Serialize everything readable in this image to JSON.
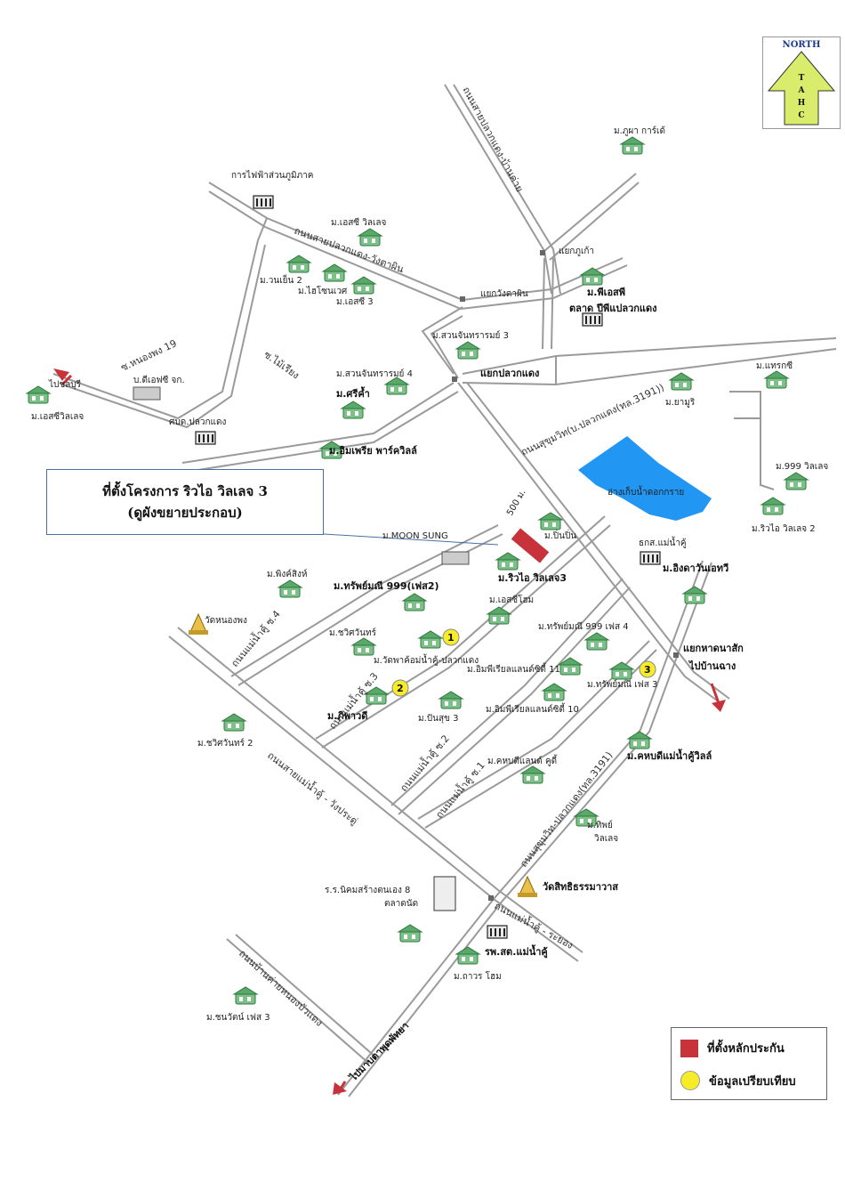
{
  "north": {
    "title": "NORTH",
    "letters": [
      "T",
      "A",
      "H",
      "C"
    ]
  },
  "project_box": {
    "line1": "ที่ตั้งโครงการ ริวไอ วิลเลจ 3",
    "line2": "(ดูผังขยายประกอบ)"
  },
  "legend": {
    "collateral": "ที่ตั้งหลักประกัน",
    "comparison": "ข้อมูลเปรียบเทียบ"
  },
  "distance": "500 ม.",
  "comparables": [
    "1",
    "2",
    "3"
  ],
  "roads": {
    "road_lamlukka": "ถนนสายปลวกแดง-วังตาผิน",
    "road_north": "ถนนสายปลวกแดง-บ้านค่าย",
    "road_sukhumvit": "ถนนสุขุมวิท(บ.ปลวกแดง(ทล.3191))",
    "road_wangboon": "ถนนสายแม่น้ำคู้ - วังประดู่",
    "road_sukhumvit2": "ถนนสุขุมวิท-ปลวกแดง(ทล.3191)",
    "road_mae1": "ถนนแม่น้ำคู้ ซ.1",
    "road_mae2": "ถนนแม่น้ำคู้ ซ.2",
    "road_mae3": "ถนนแม่น้ำคู้ ซ.3",
    "road_mae4": "ถนนแม่น้ำคู้ ซ.4",
    "road_rayong": "ถนนแม่น้ำคู้ - ระยอง",
    "road_bottom": "ถนนบ้านค่ายหนองบัวแดง",
    "soi_19": "ซ.หนองพง 19",
    "soi_ban": "ซ.ไม้เรียง"
  },
  "places": [
    "การไฟฟ้าส่วนภูมิภาค",
    "ม.เอสซี วิลเลจ",
    "ม.วนเย็น 2",
    "ม.ไฮโซนเวศ",
    "ม.เอสซี 3",
    "ม.ภูผา การ์เด้",
    "แยกภูเก้า",
    "แยกวังตาผิน",
    "ม.พีเอสพี",
    "ตลาด ปีพีแปลวกแดง",
    "ม.สวนจันทรารมย์ 3",
    "แยกปลวกแดง",
    "ม.สวนจันทรารมย์ 4",
    "ม.ศรีค้ำ",
    "บ.ดีเอฟซี จก.",
    "ศบด.ปลวกแดง",
    "ม.อิมเพรีย พาร์ควิลล์",
    "ไปชลบุรี",
    "ม.เอสซีวิลเลจ",
    "ม.ยามูริ",
    "ม.แทรกซี",
    "ม.999 วิลเลจ",
    "ม.ริวไอ วิลเลจ 2",
    "อ่างเก็บน้ำดอกกราย",
    "ม.MOON SUNG",
    "ม.ริวไอ วิลเลจ3",
    "ม.ปิ่นปิ่น",
    "ธกส.แม่น้ำคู้",
    "ม.ทรัพย์มณี 999(เฟส2)",
    "ม.พิงค์สิงห์",
    "ม.อิงดาวันเอทวี",
    "ม.เอสซีโฮม",
    "วัดหนองพง",
    "ม.ชวิศวันทร์",
    "ม.วัดพาค้อม่น้ำคู้-ปลวกแดง",
    "ม.ทรัพย์มณี 999 เฟส 4",
    "แยกหาดนาสัก",
    "ไปบ้านฉาง",
    "ม.อิมพีเรียลแลนด์ซิตี้ 11",
    "ม.ทรัพย์มณี เฟส 3",
    "ม.ภิพาวดี",
    "ม.ปันสุข 3",
    "ม.อิมพีเรียลแลนด์ซิตี้ 10",
    "ม.ชวิศวันทร์ 2",
    "ม.คหบดีแลนด์ คูดี้",
    "ม.คหบดีแม่น้ำคู้วิลล์",
    "ม.ทิพย์",
    "วิลเลจ",
    "วัดสิทธิธรรมาวาส",
    "ร.ร.นิคมสร้างตนเอง 8",
    "ตลาดนัด",
    "รพ.สต.แม่น้ำคู้",
    "ม.ถาวร โฮม",
    "ม.ชนวัตน์ เฟส 3",
    "ไปมาบตาพุดพัทยา"
  ]
}
